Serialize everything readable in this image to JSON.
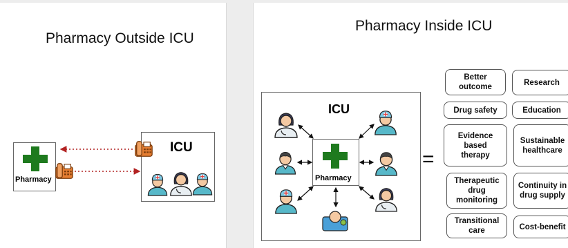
{
  "left": {
    "title": "Pharmacy Outside ICU",
    "pharmacy_label": "Pharmacy",
    "icu_label": "ICU"
  },
  "right": {
    "title": "Pharmacy Inside ICU",
    "icu_label": "ICU",
    "pharmacy_label": "Pharmacy",
    "equals": "=",
    "benefits": [
      "Better\noutcome",
      "Research",
      "Drug safety",
      "Education",
      "Evidence\nbased\ntherapy",
      "Sustainable\nhealthcare",
      "Therapeutic\ndrug\nmonitoring",
      "Continuity in\ndrug supply",
      "Transitional\ncare",
      "Cost-benefit"
    ]
  },
  "colors": {
    "cross_green": "#1e7a1e",
    "fax_orange": "#d2691e",
    "arrow_red": "#b22222"
  },
  "icons": [
    "fax-icon",
    "medical-cross-icon",
    "doctor-icon",
    "nurse-icon",
    "patient-icon",
    "surgeon-icon"
  ]
}
